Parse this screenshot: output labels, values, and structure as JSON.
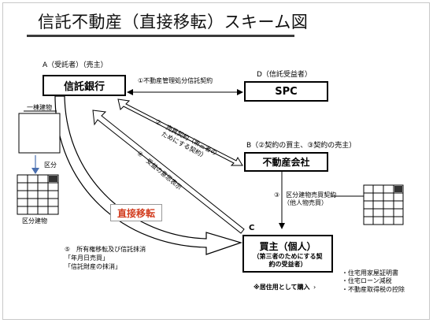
{
  "title": "信託不動産（直接移転）スキーム図",
  "party_a": {
    "role_label": "A（受託者）（売主）",
    "box_label": "信託銀行"
  },
  "party_d": {
    "role_label": "D（信託受益者）",
    "box_label": "SPC"
  },
  "party_b": {
    "role_label": "B（②契約の買主、③契約の売主）",
    "box_label": "不動産会社"
  },
  "party_c": {
    "role_label": "C",
    "box_title": "買主（個人）",
    "box_sub": [
      "（第三者のためにする契",
      "約の受益者）"
    ],
    "note": "※居住用として購入"
  },
  "arrows": {
    "arrow1": "①不動産管理処分信託契約",
    "arrow2": [
      "②　売買契約（第三者の",
      "ためにする契約）"
    ],
    "arrow3": [
      "③　区分建物売買契約",
      "（他人物売買）"
    ],
    "arrow4": "④　受益の意思表示",
    "arrow5": [
      "⑤　所有権移転及び信託抹消",
      "「年月日売買」",
      "「信託財産の抹消」"
    ]
  },
  "direct_transfer_label": "直接移転",
  "building": {
    "whole_label": "一棟建物",
    "division_label": "区分",
    "unit_label": "区分建物"
  },
  "tax_notes": [
    "・住宅用家屋証明書",
    "・住宅ローン減税",
    "・不動産取得税の控除"
  ],
  "colors": {
    "accent_red": "#d23c1e",
    "box_border": "#000000",
    "big_arrow_fill": "#ffffff"
  }
}
